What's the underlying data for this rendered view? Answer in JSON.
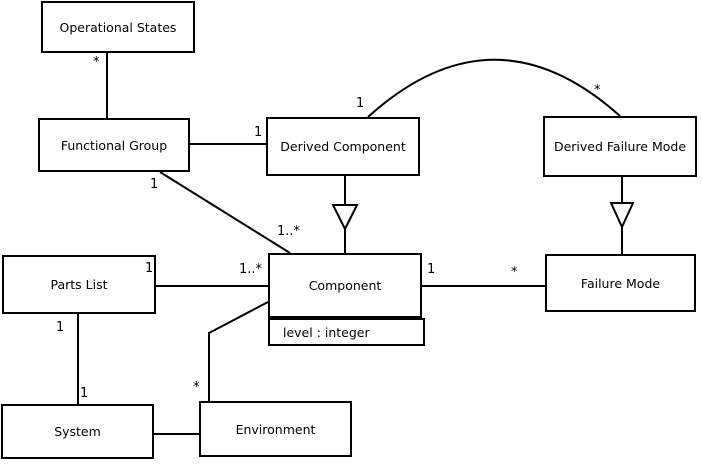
{
  "diagram": {
    "kind": "uml-class-diagram",
    "background_color": "#ffffff",
    "line_color": "#000000",
    "classes": {
      "operational_states": {
        "name": "Operational States"
      },
      "functional_group": {
        "name": "Functional Group"
      },
      "derived_component": {
        "name": "Derived Component"
      },
      "derived_failure_mode": {
        "name": "Derived Failure Mode"
      },
      "component": {
        "name": "Component",
        "attributes": [
          "level : integer"
        ]
      },
      "failure_mode": {
        "name": "Failure Mode"
      },
      "parts_list": {
        "name": "Parts List"
      },
      "system": {
        "name": "System"
      },
      "environment": {
        "name": "Environment"
      }
    },
    "associations": {
      "opstates_funcgroup": {
        "from": "Operational States",
        "to": "Functional Group",
        "from_label": "*"
      },
      "funcgroup_derivedcomp": {
        "from": "Functional Group",
        "to": "Derived Component",
        "to_label": "1"
      },
      "funcgroup_component": {
        "from": "Functional Group",
        "to": "Component",
        "from_label": "1",
        "to_label": "1..*"
      },
      "derivedcomp_derivedfm": {
        "from": "Derived Component",
        "to": "Derived Failure Mode",
        "from_label": "1",
        "to_label": "*",
        "shape": "arc"
      },
      "component_failuremode": {
        "from": "Component",
        "to": "Failure Mode",
        "from_label": "1",
        "to_label": "*"
      },
      "partslist_component": {
        "from": "Parts List",
        "to": "Component",
        "from_label": "1",
        "to_label": "1..*"
      },
      "partslist_system": {
        "from": "Parts List",
        "to": "System",
        "from_label": "1",
        "to_label": "1"
      },
      "component_environment": {
        "from": "Component",
        "to": "Environment",
        "to_label": "*"
      },
      "system_environment": {
        "from": "System",
        "to": "Environment"
      }
    },
    "generalizations": [
      {
        "child": "Derived Component",
        "parent": "Component"
      },
      {
        "child": "Derived Failure Mode",
        "parent": "Failure Mode"
      }
    ]
  }
}
